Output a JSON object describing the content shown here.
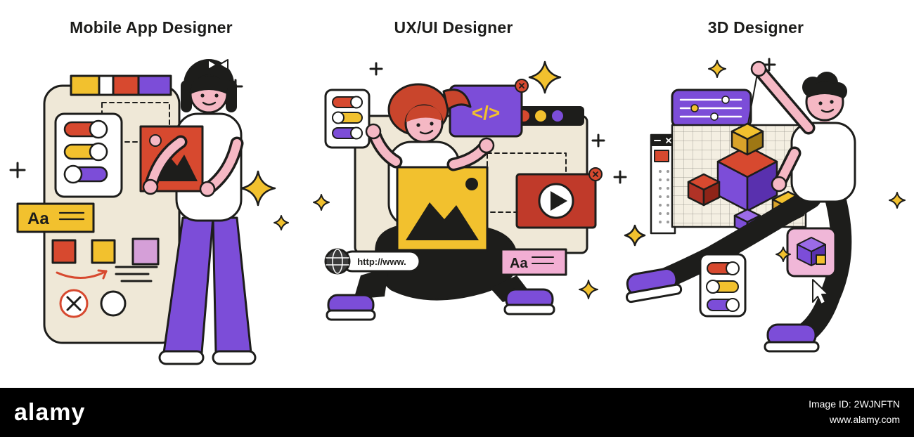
{
  "panels": [
    {
      "title": "Mobile App Designer"
    },
    {
      "title": "UX/UI Designer"
    },
    {
      "title": "3D Designer"
    }
  ],
  "labels": {
    "aa": "Aa",
    "code": "</>",
    "url": "http://www."
  },
  "footer": {
    "logo": "alamy",
    "image_id": "Image ID: 2WJNFTN",
    "url": "www.alamy.com"
  },
  "palette": {
    "purple": "#7C4DD8",
    "purple_dark": "#5930AE",
    "red": "#D7492F",
    "yellow": "#F2C12E",
    "skin_pink": "#F5B8C4",
    "hair_red": "#C9452C",
    "beige": "#EFE8D7",
    "pink_card": "#F2AED3",
    "plum": "#D59FD8",
    "ink": "#1D1D1B"
  }
}
